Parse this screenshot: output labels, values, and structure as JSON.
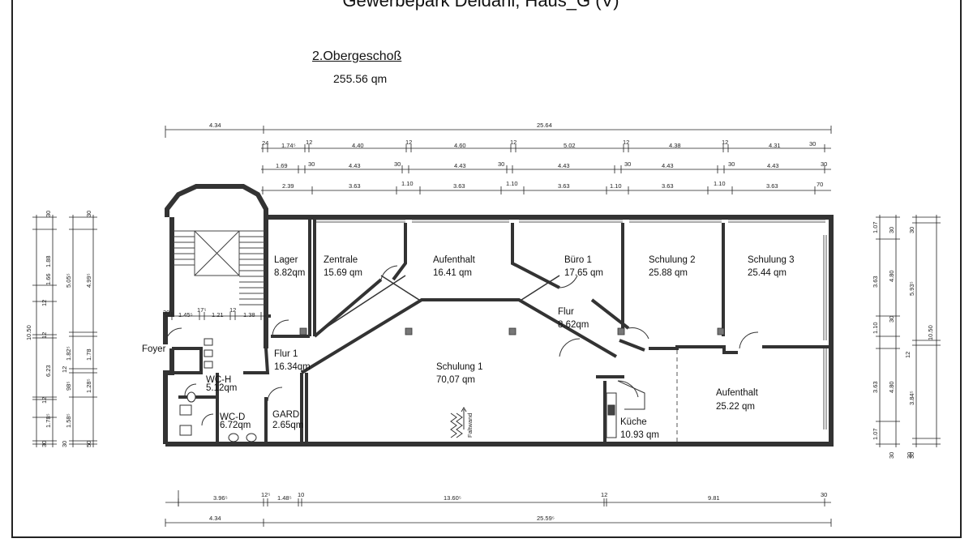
{
  "header": {
    "title": "Gewerbepark Deldahl, Haus_G (V)",
    "floor": "2.Obergeschoß",
    "total_area": "255.56 qm"
  },
  "rooms": [
    {
      "name": "Lager",
      "area": "8.82qm"
    },
    {
      "name": "Zentrale",
      "area": "15.69 qm"
    },
    {
      "name": "Aufenthalt",
      "area": "16.41 qm"
    },
    {
      "name": "Büro 1",
      "area": "17.65 qm"
    },
    {
      "name": "Schulung 2",
      "area": "25.88 qm"
    },
    {
      "name": "Schulung 3",
      "area": "25.44 qm"
    },
    {
      "name": "Flur",
      "area": "8.62qm"
    },
    {
      "name": "Flur 1",
      "area": "16.34qm"
    },
    {
      "name": "Schulung 1",
      "area": "70,07 qm"
    },
    {
      "name": "Aufenthalt",
      "area": "25.22 qm"
    },
    {
      "name": "Küche",
      "area": "10.93 qm"
    },
    {
      "name": "WC-H",
      "area": "5.12qm"
    },
    {
      "name": "WC-D",
      "area": "6.72qm"
    },
    {
      "name": "GARD",
      "area": "2.65qm"
    }
  ],
  "labels": {
    "foyer": "Foyer",
    "faltwand": "Faltwand"
  },
  "dimensions": {
    "top_overall": [
      "4.34",
      "25.64"
    ],
    "top_row1": [
      "24",
      "1.74⁵",
      "12",
      "4.40",
      "12",
      "4.60",
      "12",
      "5.02",
      "12",
      "4.38",
      "12",
      "4.31",
      "30"
    ],
    "top_row2": [
      "1.69",
      "30",
      "4.43",
      "30",
      "4.43",
      "30",
      "4.43",
      "30",
      "4.43",
      "30",
      "4.43",
      "30"
    ],
    "top_row3": [
      "2.39",
      "3.63",
      "1.10",
      "3.63",
      "1.10",
      "3.63",
      "1.10",
      "3.63",
      "1.10",
      "3.63",
      "70"
    ],
    "stair_row": [
      "30",
      "1.45⁵",
      "17⁵",
      "1.21",
      "12",
      "1.38"
    ],
    "bottom_row1": [
      "3.96⁵",
      "12⁵",
      "1.48⁵",
      "10",
      "13.60⁵",
      "12",
      "9.81",
      "30"
    ],
    "bottom_overall": [
      "4.34",
      "25.59⁵"
    ],
    "left_outer": "10.50",
    "left_col1": [
      "30",
      "1.88",
      "1.66",
      "12",
      "12",
      "6.23",
      "12",
      "1.78⁵",
      "30"
    ],
    "left_col2": [
      "5.05⁵",
      "1.82⁵",
      "12",
      "98⁵",
      "1.58⁵",
      "30"
    ],
    "left_col3": [
      "30",
      "4.99⁵",
      "1.78",
      "1.28⁵",
      "50"
    ],
    "right_col1": [
      "1.07",
      "3.63",
      "1.10",
      "3.63",
      "1.07",
      "30"
    ],
    "right_col2": [
      "30",
      "4.80",
      "30",
      "4.80",
      "30"
    ],
    "right_col3": [
      "30",
      "5.93⁵",
      "12",
      "3.84⁵",
      "30"
    ],
    "right_outer": "10.50"
  }
}
